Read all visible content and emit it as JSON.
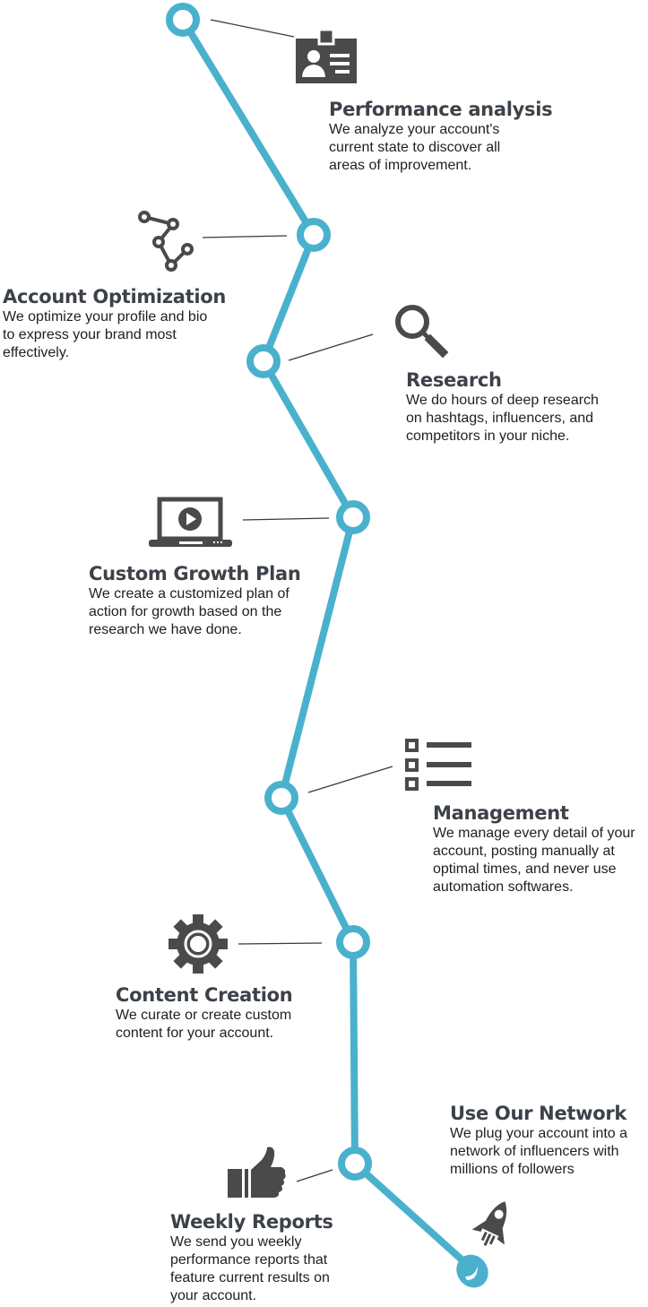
{
  "colors": {
    "timeline": "#4ab1cd",
    "icon": "#4a4a4a",
    "heading": "#3d4249",
    "body_text": "#1f1f1f",
    "connector": "#3a3a3a"
  },
  "steps": [
    {
      "title": "Performance analysis",
      "description_lines": [
        "We analyze your account's",
        "current state to discover all",
        "areas of improvement."
      ],
      "icon": "id-badge-icon"
    },
    {
      "title": "Account Optimization",
      "description_lines": [
        "We optimize your profile and bio",
        "to express your brand most",
        "effectively."
      ],
      "icon": "nodes-path-icon"
    },
    {
      "title": "Research",
      "description_lines": [
        "We do hours of deep research",
        "on hashtags, influencers, and",
        "competitors in your niche."
      ],
      "icon": "magnifier-icon"
    },
    {
      "title": "Custom Growth Plan",
      "description_lines": [
        "We create a customized plan of",
        "action for growth based on the",
        "research we have done."
      ],
      "icon": "laptop-play-icon"
    },
    {
      "title": "Management",
      "description_lines": [
        "We manage every detail of your",
        "account, posting manually at",
        "optimal times, and never use",
        "automation softwares."
      ],
      "icon": "checklist-icon"
    },
    {
      "title": "Content Creation",
      "description_lines": [
        "We curate or create custom",
        "content for your account."
      ],
      "icon": "gear-icon"
    },
    {
      "title": "Weekly Reports",
      "description_lines": [
        "We send you weekly",
        "performance reports that",
        "feature current results on",
        "your account."
      ],
      "icon": "thumbs-up-icon"
    },
    {
      "title": "Use Our Network",
      "description_lines": [
        "We plug your account into a",
        "network of influencers with",
        "millions of followers"
      ],
      "icon": "rocket-icon"
    }
  ]
}
